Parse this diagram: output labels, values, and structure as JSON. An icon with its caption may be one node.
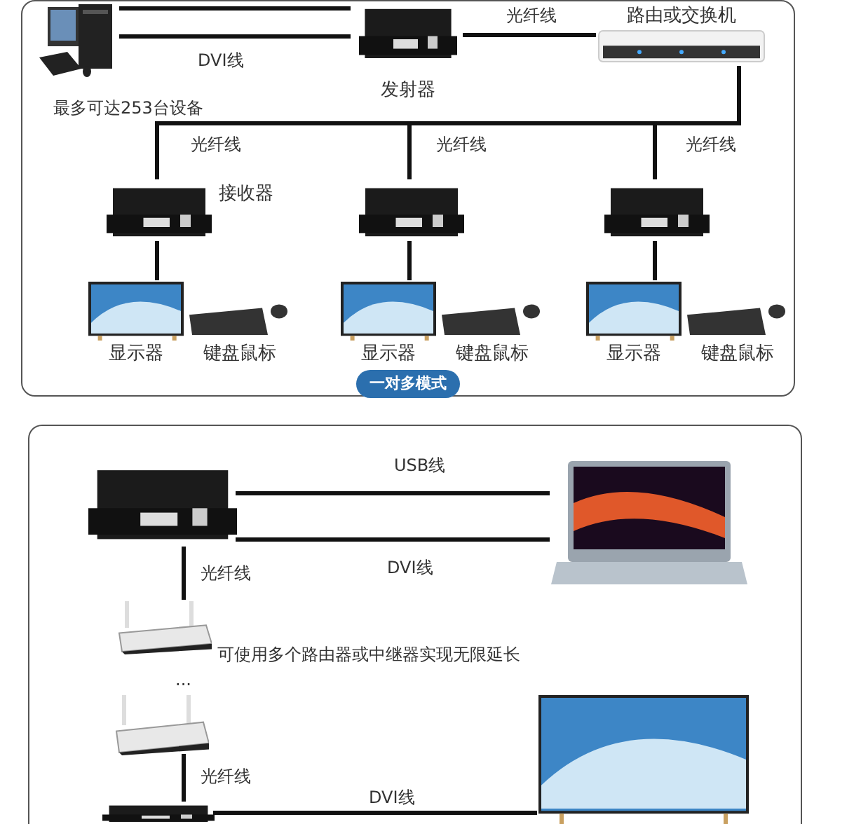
{
  "diagram": {
    "nodes": [
      {
        "text": [],
        "shape": "box"
      },
      {
        "text": [],
        "shape": "picture",
        "in": 0
      },
      {
        "text": [
          "发射器"
        ],
        "in": 0
      },
      {
        "text": [
          "路由或交换机"
        ],
        "in": 0
      },
      {
        "text": [
          "接收器"
        ],
        "in": 0
      },
      {
        "text": [],
        "shape": "picture",
        "in": 0
      },
      {
        "text": [],
        "shape": "picture",
        "in": 0
      },
      {
        "text": [
          "显示器"
        ],
        "in": 0
      },
      {
        "text": [
          "键盘鼠标"
        ],
        "in": 0
      },
      {
        "text": [
          "显示器"
        ],
        "in": 0
      },
      {
        "text": [
          "键盘鼠标"
        ],
        "in": 0
      },
      {
        "text": [
          "显示器"
        ],
        "in": 0
      },
      {
        "text": [
          "键盘鼠标"
        ],
        "in": 0
      },
      {
        "text": [
          "一对多模式"
        ],
        "in": 0
      },
      {
        "text": [],
        "shape": "box"
      },
      {
        "text": [],
        "shape": "picture",
        "in": 14
      },
      {
        "text": [],
        "shape": "picture",
        "in": 14
      },
      {
        "text": [],
        "shape": "picture",
        "in": 14
      },
      {
        "text": [],
        "shape": "picture",
        "in": 14
      },
      {
        "text": [],
        "shape": "picture",
        "in": 14
      },
      {
        "text": [],
        "shape": "picture",
        "in": 14
      }
    ],
    "edges": [
      {
        "from": 1,
        "to": 2,
        "arrow": "none"
      },
      {
        "from": 1,
        "to": 2,
        "arrow": "none",
        "label": "DVI线"
      },
      {
        "from": 2,
        "to": 3,
        "arrow": "none",
        "label": "光纤线"
      },
      {
        "from": 3,
        "to": 4,
        "arrow": "none",
        "label": "光纤线"
      },
      {
        "from": 3,
        "to": 5,
        "arrow": "none",
        "label": "光纤线"
      },
      {
        "from": 3,
        "to": 6,
        "arrow": "none",
        "label": "光纤线"
      },
      {
        "from": 4,
        "to": 7,
        "arrow": "none"
      },
      {
        "from": 5,
        "to": 9,
        "arrow": "none"
      },
      {
        "from": 6,
        "to": 11,
        "arrow": "none"
      },
      {
        "from": 15,
        "to": 16,
        "arrow": "none",
        "label": "USB线"
      },
      {
        "from": 15,
        "to": 16,
        "arrow": "none",
        "label": "DVI线"
      },
      {
        "from": 15,
        "to": 17,
        "arrow": "none",
        "label": "光纤线"
      },
      {
        "from": 18,
        "to": 19,
        "arrow": "none",
        "label": "光纤线"
      },
      {
        "from": 19,
        "to": 20,
        "arrow": "none",
        "label": "DVI线"
      }
    ],
    "labels": [
      "最多可达253台设备",
      "可使用多个路由器或中继器实现无限延长",
      "..."
    ]
  }
}
